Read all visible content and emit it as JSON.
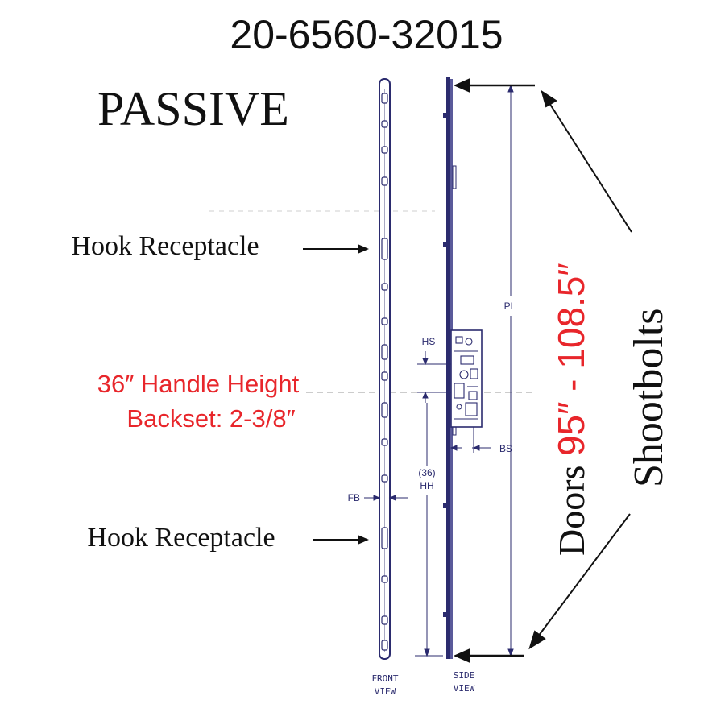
{
  "title": "20-6560-32015",
  "type_label": "PASSIVE",
  "callouts": {
    "hook_upper": "Hook Receptacle",
    "hook_lower": "Hook Receptacle",
    "handle_height": "36″ Handle Height",
    "backset": "Backset: 2-3/8″",
    "shootbolts": "Shootbolts",
    "doors_prefix": "Doors ",
    "doors_range": "95″ - 108.5″"
  },
  "dimension_labels": {
    "pl": "PL",
    "hs": "HS",
    "bs": "BS",
    "fb": "FB",
    "hh_value": "(36)",
    "hh": "HH"
  },
  "view_labels": {
    "front_line1": "FRONT",
    "front_line2": "VIEW",
    "side_line1": "SIDE",
    "side_line2": "VIEW"
  },
  "colors": {
    "accent_red": "#e8262b",
    "drawing_blue": "#2b2b6e",
    "text_black": "#111111"
  }
}
